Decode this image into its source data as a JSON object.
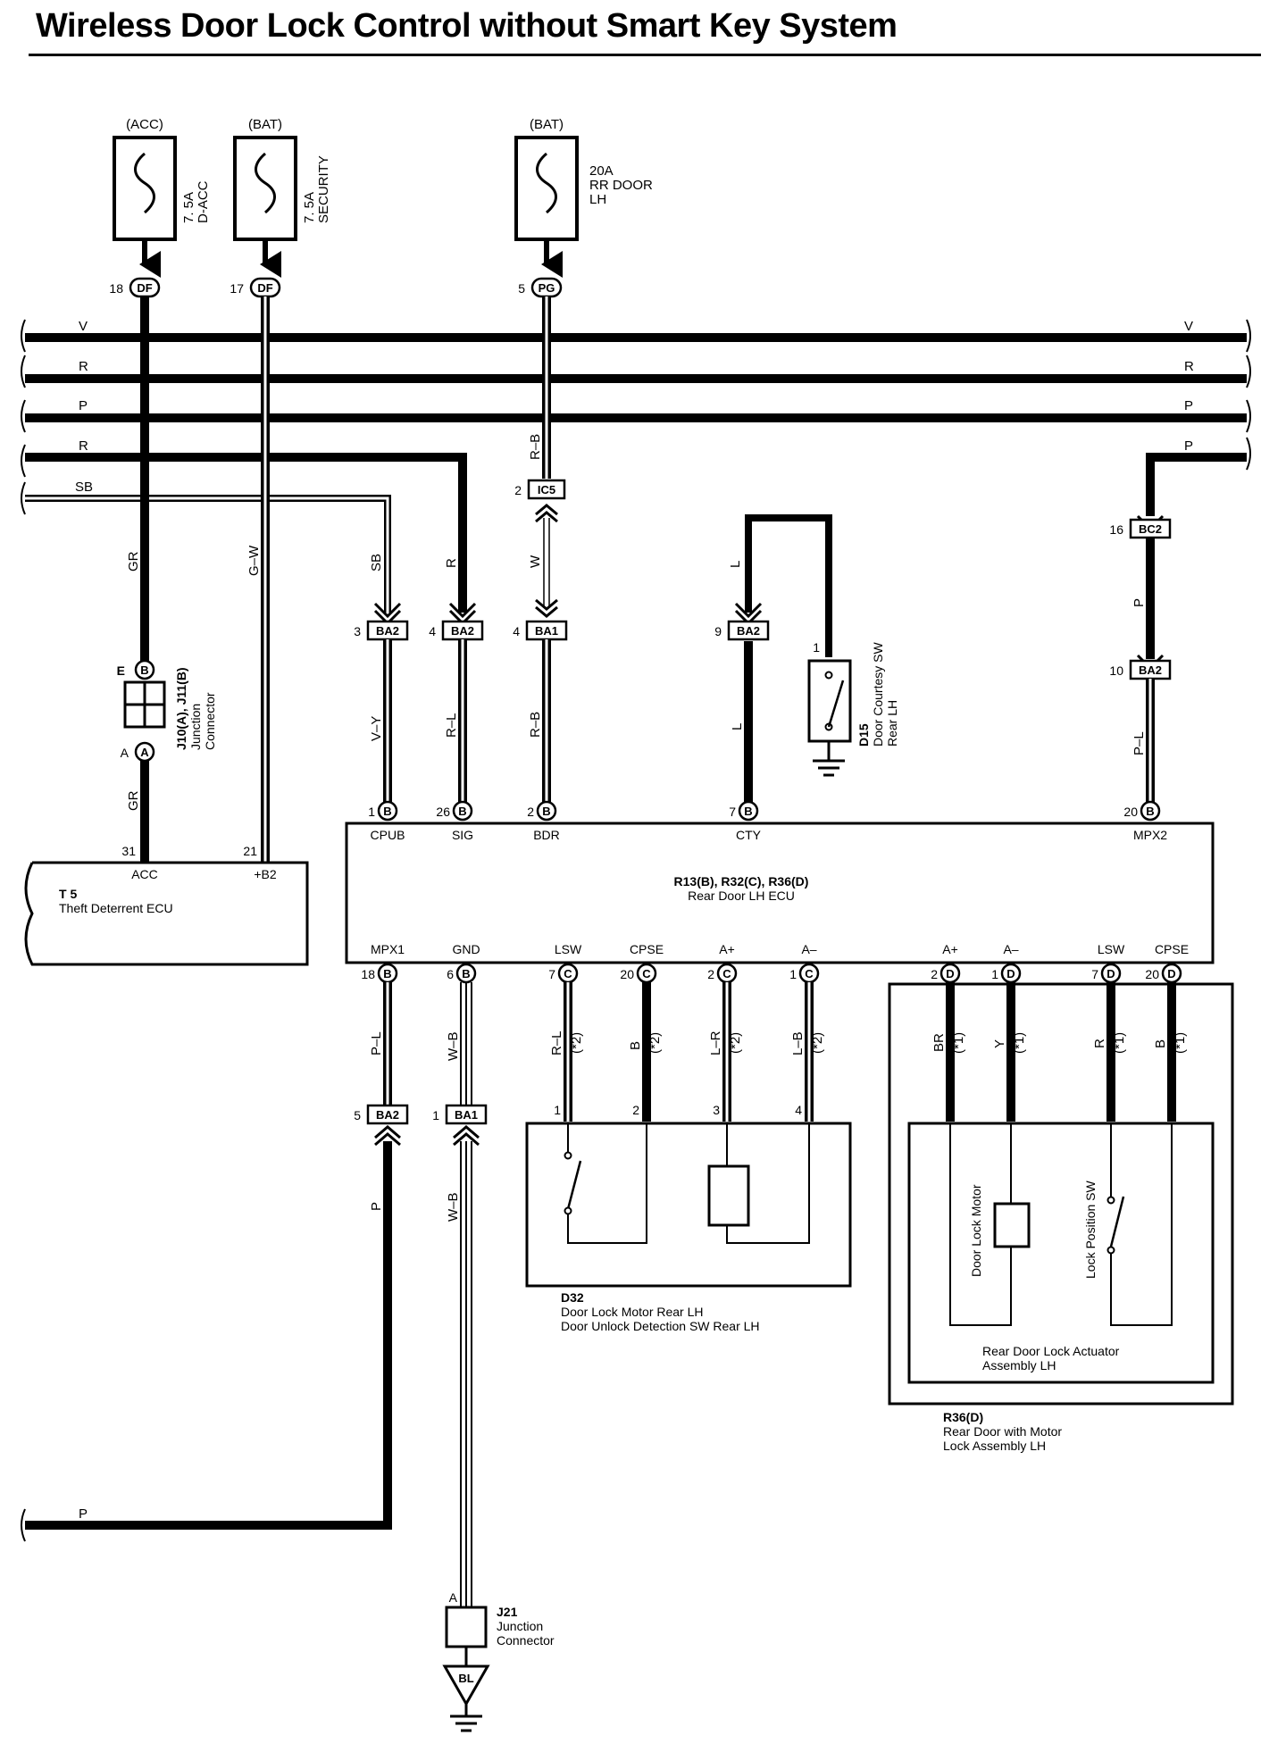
{
  "title": "Wireless Door Lock Control without Smart Key System",
  "fuses": [
    {
      "source": "(ACC)",
      "rating": "7. 5A",
      "name": "D-ACC"
    },
    {
      "source": "(BAT)",
      "rating": "7. 5A",
      "name": "SECURITY"
    },
    {
      "source": "(BAT)",
      "rating": "20A",
      "name": "RR DOOR",
      "name2": "LH"
    }
  ],
  "fuse_pins": [
    {
      "pin": "18",
      "code": "DF"
    },
    {
      "pin": "17",
      "code": "DF"
    },
    {
      "pin": "5",
      "code": "PG"
    }
  ],
  "buses": {
    "v": "V",
    "r1": "R",
    "p1": "P",
    "r2": "R",
    "sb": "SB",
    "right_v": "V",
    "right_r": "R",
    "right_p1": "P",
    "right_p2": "P",
    "bottom_p": "P"
  },
  "wire_colors": {
    "gr1": "GR",
    "gw": "G–W",
    "rb1": "R–B",
    "w": "W",
    "sb": "SB",
    "r": "R",
    "l1": "L",
    "p": "P",
    "vy": "V–Y",
    "rl": "R–L",
    "rb2": "R–B",
    "l2": "L",
    "pl": "P–L",
    "gr2": "GR",
    "pl2": "P–L",
    "wb1": "W–B",
    "wb2": "W–B",
    "p2": "P",
    "d32_1": "R–L",
    "d32_2": "B",
    "d32_3": "L–R",
    "d32_4": "L–B",
    "r36_1": "BR",
    "r36_2": "Y",
    "r36_3": "R",
    "r36_4": "B",
    "note2": "(*2)",
    "note1": "(*1)"
  },
  "ic5": {
    "pin": "2",
    "code": "IC5"
  },
  "ba_connectors": [
    {
      "pin": "3",
      "code": "BA2"
    },
    {
      "pin": "4",
      "code": "BA2"
    },
    {
      "pin": "4",
      "code": "BA1"
    },
    {
      "pin": "9",
      "code": "BA2"
    },
    {
      "pin": "16",
      "code": "BC2"
    },
    {
      "pin": "10",
      "code": "BA2"
    },
    {
      "pin": "5",
      "code": "BA2"
    },
    {
      "pin": "1",
      "code": "BA1"
    }
  ],
  "junction_j10": {
    "top_pin": "E",
    "top_code": "B",
    "bottom_pin": "A",
    "bottom_code": "A",
    "id": "J10(A), J11(B)",
    "line1": "Junction",
    "line2": "Connector"
  },
  "d15": {
    "pin": "1",
    "id": "D15",
    "line1": "Door Courtesy SW",
    "line2": "Rear LH"
  },
  "t5": {
    "pin_acc": "31",
    "pin_b2": "21",
    "term_acc": "ACC",
    "term_b2": "+B2",
    "id": "T 5",
    "name": "Theft Deterrent ECU"
  },
  "ecu": {
    "id": "R13(B), R32(C), R36(D)",
    "name": "Rear Door LH ECU",
    "top_terms": [
      {
        "pin": "1",
        "code": "B",
        "term": "CPUB"
      },
      {
        "pin": "26",
        "code": "B",
        "term": "SIG"
      },
      {
        "pin": "2",
        "code": "B",
        "term": "BDR"
      },
      {
        "pin": "7",
        "code": "B",
        "term": "CTY"
      },
      {
        "pin": "20",
        "code": "B",
        "term": "MPX2"
      }
    ],
    "bottom_terms": [
      {
        "pin": "18",
        "code": "B",
        "term": "MPX1"
      },
      {
        "pin": "6",
        "code": "B",
        "term": "GND"
      },
      {
        "pin": "7",
        "code": "C",
        "term": "LSW"
      },
      {
        "pin": "20",
        "code": "C",
        "term": "CPSE"
      },
      {
        "pin": "2",
        "code": "C",
        "term": "A+"
      },
      {
        "pin": "1",
        "code": "C",
        "term": "A–"
      },
      {
        "pin": "2",
        "code": "D",
        "term": "A+"
      },
      {
        "pin": "1",
        "code": "D",
        "term": "A–"
      },
      {
        "pin": "7",
        "code": "D",
        "term": "LSW"
      },
      {
        "pin": "20",
        "code": "D",
        "term": "CPSE"
      }
    ]
  },
  "d32": {
    "pins": [
      "1",
      "2",
      "3",
      "4"
    ],
    "id": "D32",
    "line1": "Door Lock Motor Rear LH",
    "line2": "Door Unlock Detection SW Rear LH"
  },
  "r36": {
    "inner_line1": "Rear Door Lock Actuator",
    "inner_line2": "Assembly LH",
    "motor_label": "Door Lock Motor",
    "sw_label": "Lock Position SW",
    "id": "R36(D)",
    "line1": "Rear Door with Motor",
    "line2": "Lock Assembly LH"
  },
  "j21": {
    "pin": "A",
    "id": "J21",
    "line1": "Junction",
    "line2": "Connector",
    "ground": "BL"
  }
}
